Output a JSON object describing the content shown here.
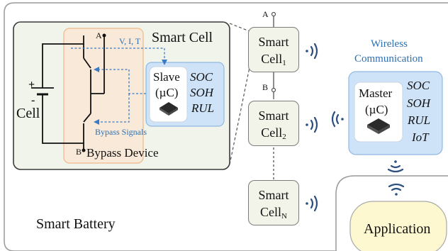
{
  "battery": {
    "title": "Smart Battery"
  },
  "detail": {
    "title": "Smart Cell",
    "cell_label": "Cell",
    "plus": "+",
    "minus": "-",
    "node_a": "A",
    "node_b": "B",
    "signals": "V, I, T",
    "bypass_signals": "Bypass Signals",
    "bypass_device": "Bypass Device",
    "slave": {
      "line1": "Slave",
      "line2": "(µC)",
      "metrics": [
        "SOC",
        "SOH",
        "RUL"
      ]
    }
  },
  "chain": {
    "node_a": "A",
    "node_b": "B",
    "cells": [
      {
        "line1": "Smart",
        "line2": "Cell",
        "sub": "1"
      },
      {
        "line1": "Smart",
        "line2": "Cell",
        "sub": "2"
      },
      {
        "line1": "Smart",
        "line2": "Cell",
        "sub": "N"
      }
    ]
  },
  "wireless": {
    "line1": "Wireless",
    "line2": "Communication"
  },
  "master": {
    "line1": "Master",
    "line2": "(µC)",
    "metrics": [
      "SOC",
      "SOH",
      "RUL",
      "IoT"
    ]
  },
  "application": {
    "label": "Application"
  },
  "icons": [
    "wireless-signal-icon",
    "microchip-icon",
    "switch-icon",
    "battery-icon"
  ]
}
